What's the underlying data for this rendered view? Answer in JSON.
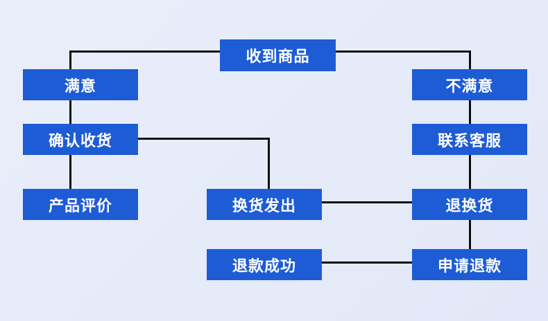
{
  "diagram": {
    "type": "flowchart",
    "topic": "order-receipt-and-after-sales-flow",
    "accent_color": "#1e5cd5",
    "line_color": "#0d0d0d",
    "background_top": "#eaeefb",
    "background_bottom": "#e2e8f7",
    "node_text_color": "#ffffff",
    "nodes": [
      {
        "id": "receive-goods",
        "label": "收到商品"
      },
      {
        "id": "satisfied",
        "label": "满意"
      },
      {
        "id": "unsatisfied",
        "label": "不满意"
      },
      {
        "id": "confirm-receipt",
        "label": "确认收货"
      },
      {
        "id": "contact-support",
        "label": "联系客服"
      },
      {
        "id": "product-review",
        "label": "产品评价"
      },
      {
        "id": "exchange-shipped",
        "label": "换货发出"
      },
      {
        "id": "return-exchange",
        "label": "退换货"
      },
      {
        "id": "refund-success",
        "label": "退款成功"
      },
      {
        "id": "apply-refund",
        "label": "申请退款"
      }
    ],
    "edges": [
      {
        "from": "收到商品",
        "to": "满意"
      },
      {
        "from": "收到商品",
        "to": "不满意"
      },
      {
        "from": "满意",
        "to": "确认收货"
      },
      {
        "from": "确认收货",
        "to": "产品评价"
      },
      {
        "from": "确认收货",
        "to": "换货发出"
      },
      {
        "from": "不满意",
        "to": "联系客服"
      },
      {
        "from": "联系客服",
        "to": "退换货"
      },
      {
        "from": "换货发出",
        "to": "退换货"
      },
      {
        "from": "退换货",
        "to": "申请退款"
      },
      {
        "from": "退款成功",
        "to": "申请退款"
      }
    ]
  }
}
